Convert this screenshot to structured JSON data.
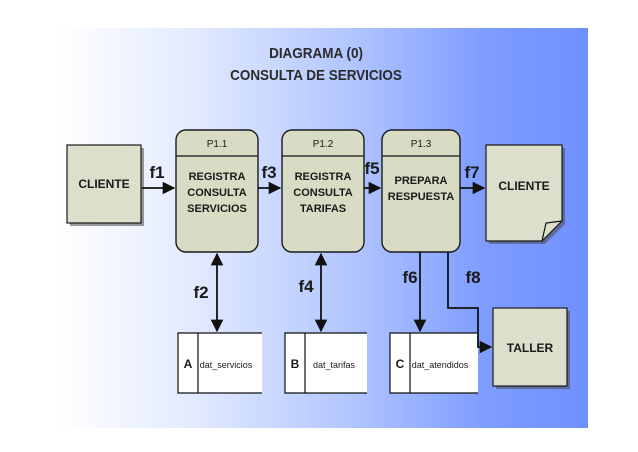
{
  "title": {
    "line1": "DIAGRAMA (0)",
    "line2": "CONSULTA DE SERVICIOS"
  },
  "external_entities": {
    "source": "CLIENTE",
    "sink": "CLIENTE",
    "taller": "TALLER"
  },
  "processes": [
    {
      "id": "P1.1",
      "lines": [
        "REGISTRA",
        "CONSULTA",
        "SERVICIOS"
      ]
    },
    {
      "id": "P1.2",
      "lines": [
        "REGISTRA",
        "CONSULTA",
        "TARIFAS"
      ]
    },
    {
      "id": "P1.3",
      "lines": [
        "PREPARA",
        "RESPUESTA"
      ]
    }
  ],
  "flows": {
    "f1": "f1",
    "f2": "f2",
    "f3": "f3",
    "f4": "f4",
    "f5": "f5",
    "f6": "f6",
    "f7": "f7",
    "f8": "f8"
  },
  "data_stores": [
    {
      "letter": "A",
      "name": "dat_servicios"
    },
    {
      "letter": "B",
      "name": "dat_tarifas"
    },
    {
      "letter": "C",
      "name": "dat_atendidos"
    }
  ],
  "colors": {
    "process_fill": "#d9dcc5",
    "entity_fill": "#dcdfcb",
    "background_gradient_end": "#6f90ff"
  }
}
